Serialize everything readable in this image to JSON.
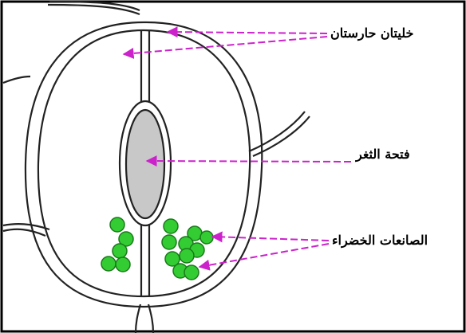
{
  "labels": {
    "guard_cells": "خليتان حارستان",
    "stoma_opening": "فتحة الثغر",
    "chloroplasts": "الصانعات الخضراء"
  },
  "colors": {
    "arrow": "#cc22cc",
    "chloroplast_fill": "#33cc33",
    "chloroplast_stroke": "#1a7a1a",
    "opening_fill": "#c8c8c8",
    "outline": "#222222",
    "frame": "#000000"
  }
}
